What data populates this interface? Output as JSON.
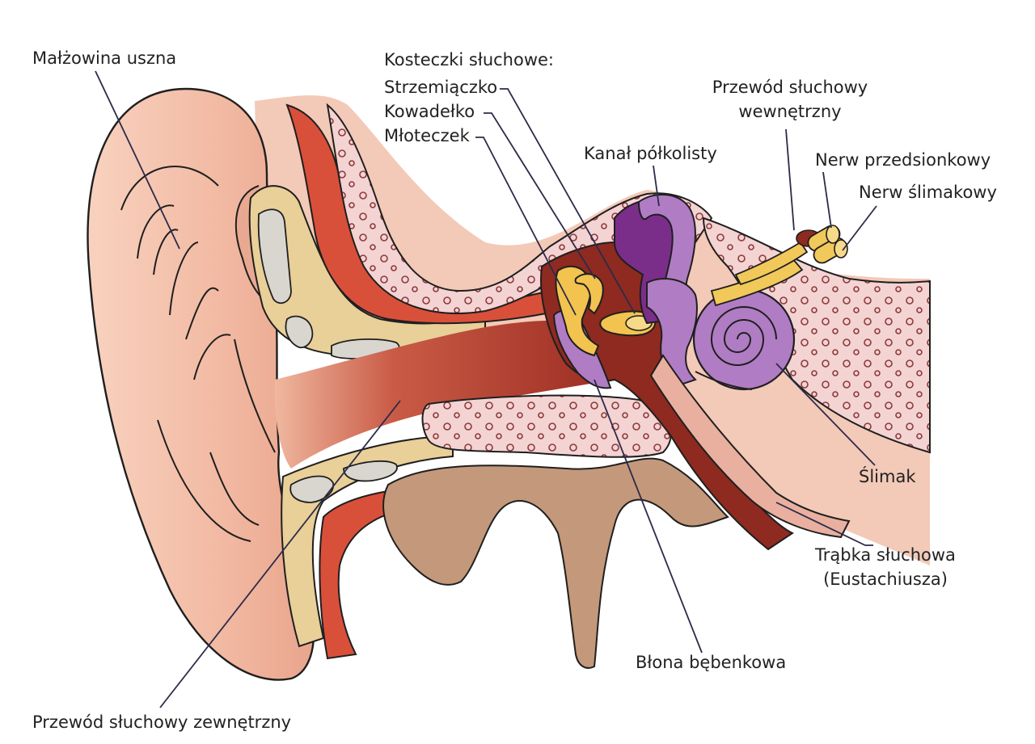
{
  "diagram": {
    "labels": {
      "malzowina": "Małżowina uszna",
      "kosteczki_header": "Kosteczki słuchowe:",
      "strzemiaczko": "Strzemiączko",
      "kowadelko": "Kowadełko",
      "mloteczek": "Młoteczek",
      "przewod_wew_1": "Przewód słuchowy",
      "przewod_wew_2": "wewnętrzny",
      "kanal": "Kanał półkolisty",
      "nerw_przedsionkowy": "Nerw przedsionkowy",
      "nerw_slimakowy": "Nerw ślimakowy",
      "slimak": "Ślimak",
      "trabka_1": "Trąbka słuchowa",
      "trabka_2": "(Eustachiusza)",
      "blona": "Błona bębenkowa",
      "przewod_zew": "Przewód słuchowy zewnętrzny"
    },
    "colors": {
      "outline": "#1f1f1f",
      "skin_light": "#f6c8b4",
      "skin_mid": "#efb39c",
      "skin_dark": "#e59a85",
      "canal_red": "#b33a2e",
      "deep_red": "#8e2a20",
      "artery_red": "#d9503a",
      "cartilage": "#e9cf98",
      "bone_gray": "#d8d6cf",
      "bone_pink": "#f4cfcf",
      "bone_dot": "#d99b9b",
      "tube_tan": "#c4987a",
      "ossicle": "#f2c34f",
      "labyrinth": "#b07cc4",
      "labyrinth_dark": "#7a2e8a",
      "nerve": "#f1c85a",
      "leader": "#2b2b4a"
    }
  }
}
